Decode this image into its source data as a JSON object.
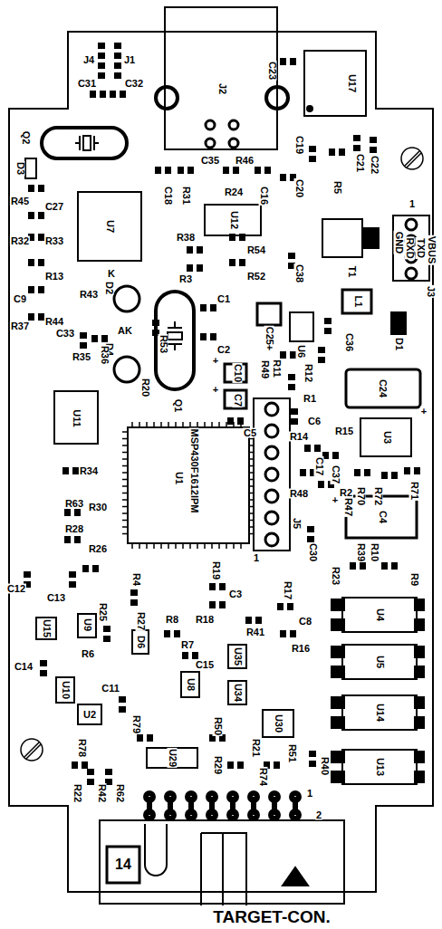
{
  "diagram": {
    "labels": [
      "J4",
      "J1",
      "C31",
      "C32",
      "J2",
      "C23",
      "U17",
      "Q2",
      "D3",
      "C35",
      "R46",
      "C19",
      "C21",
      "C22",
      "C20",
      "R5",
      "C18",
      "R31",
      "R24",
      "C16",
      "U12",
      "1",
      "GND",
      "RXD",
      "TXD",
      "VBUS",
      "J3",
      "T1",
      "R45",
      "C27",
      "R32",
      "R33",
      "U7",
      "R38",
      "R54",
      "C38",
      "R13",
      "R43",
      "K",
      "D2",
      "R3",
      "R52",
      "L1",
      "D1",
      "C9",
      "R37",
      "R44",
      "C1",
      "C25+",
      "C2",
      "AK",
      "D4",
      "R53",
      "C33",
      "R35",
      "R36",
      "U6",
      "C36",
      "R49",
      "R11",
      "R12",
      "+",
      "C10",
      "+",
      "C7",
      "C5",
      "Q1",
      "R20",
      "R1",
      "C24",
      "+",
      "U11",
      "C6",
      "U3",
      "R14",
      "R15",
      "U1",
      "MSP430F1612IPM",
      "C17",
      "C37",
      "R2",
      "R70",
      "R72",
      "R71",
      "R48",
      "J5",
      "1",
      "+",
      "R47",
      "C4",
      "R39",
      "R10",
      "C30",
      "R34",
      "R63",
      "R30",
      "R28",
      "R26",
      "R23",
      "R9",
      "C12",
      "C13",
      "R19",
      "C3",
      "R17",
      "R41",
      "C8",
      "R4",
      "R25",
      "R27",
      "U9",
      "U15",
      "R6",
      "R8",
      "R18",
      "R7",
      "U35",
      "R16",
      "D6",
      "C14",
      "U10",
      "C15",
      "U8",
      "U34",
      "U2",
      "C11",
      "R79",
      "R50",
      "U30",
      "R21",
      "R51",
      "R40",
      "U4",
      "U5",
      "U14",
      "U13",
      "R78",
      "U29",
      "R29",
      "R74",
      "R22",
      "R42",
      "R62",
      "1",
      "2",
      "14",
      "TARGET-CON."
    ]
  }
}
